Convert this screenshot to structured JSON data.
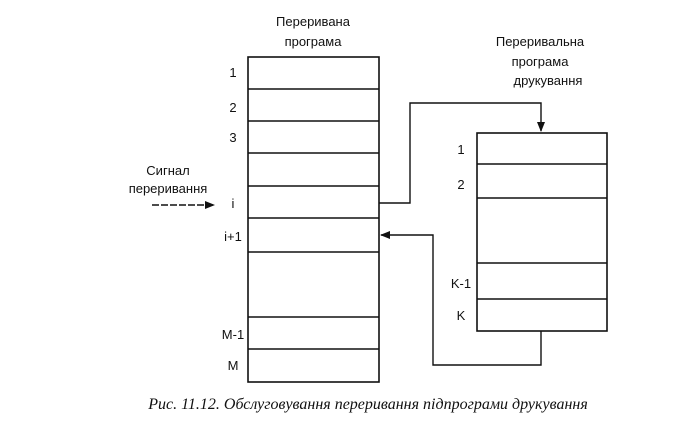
{
  "interrupted_program": {
    "title_line1": "Переривана",
    "title_line2": "програма",
    "rows": [
      "1",
      "2",
      "3",
      "i",
      "i+1",
      "M-1",
      "M"
    ]
  },
  "interrupt_routine": {
    "title_line1": "Переривальна",
    "title_line2": "програма",
    "title_line3": "друкування",
    "rows": [
      "1",
      "2",
      "K-1",
      "K"
    ]
  },
  "signal": {
    "line1": "Сигнал",
    "line2": "переривання"
  },
  "caption": "Рис. 11.12. Обслуговування переривання підпрограми друкування"
}
